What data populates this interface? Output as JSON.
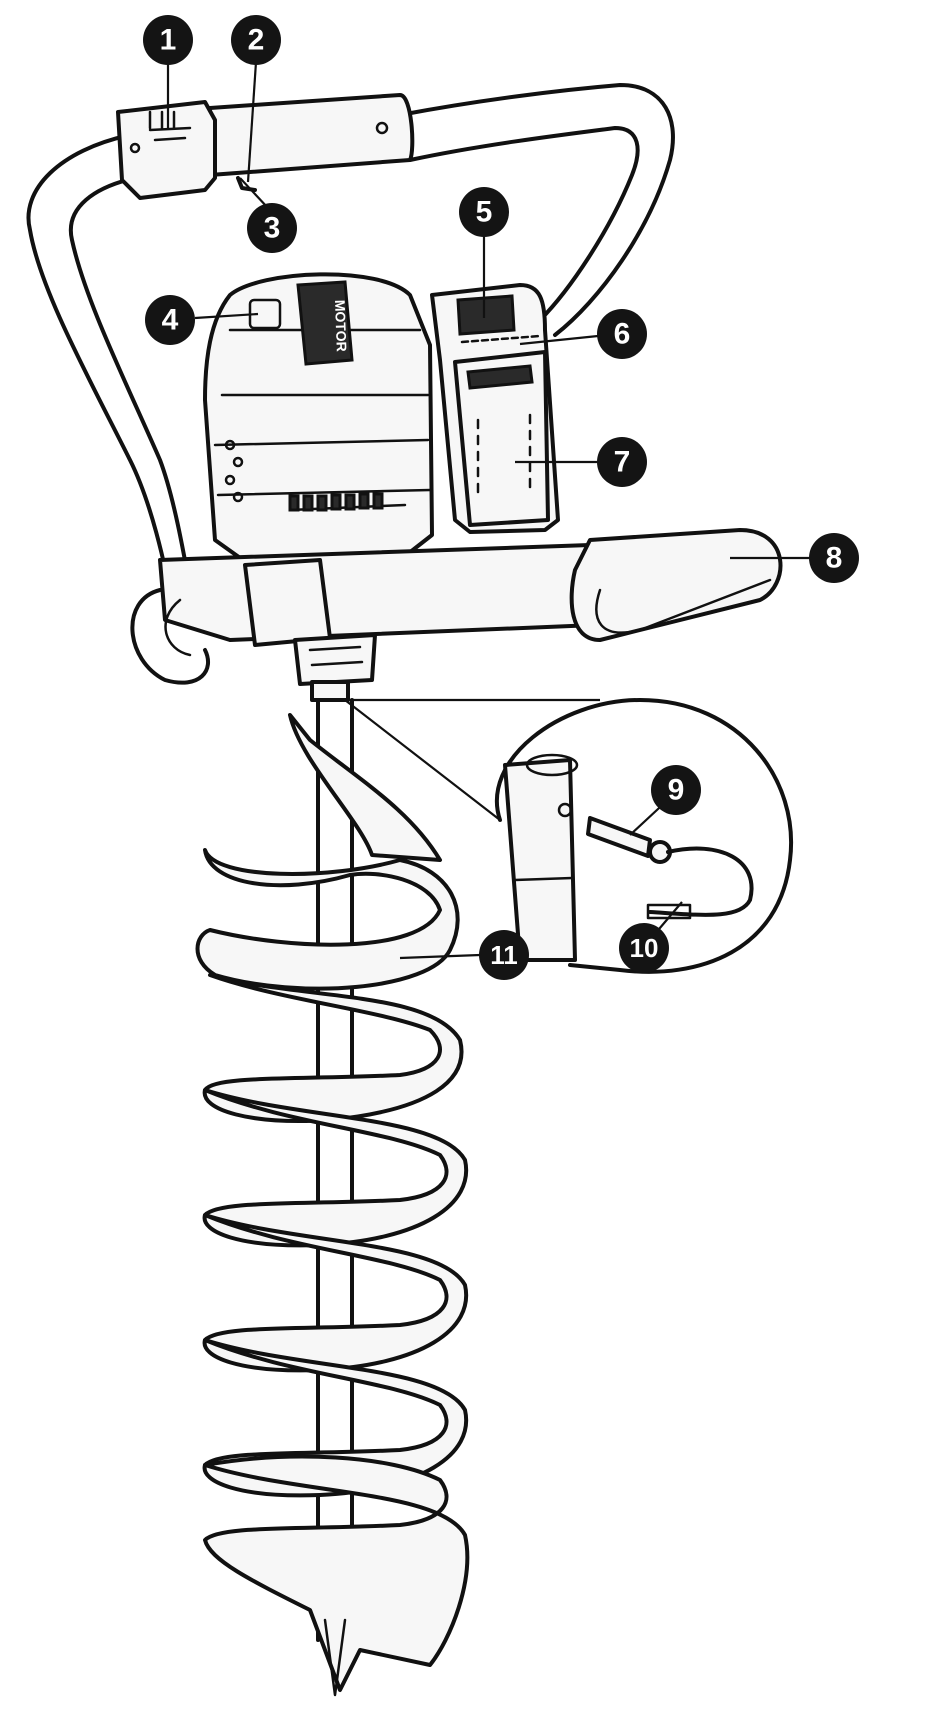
{
  "figure": {
    "callouts": [
      {
        "id": "1",
        "label": "1"
      },
      {
        "id": "2",
        "label": "2"
      },
      {
        "id": "3",
        "label": "3"
      },
      {
        "id": "4",
        "label": "4"
      },
      {
        "id": "5",
        "label": "5"
      },
      {
        "id": "6",
        "label": "6"
      },
      {
        "id": "7",
        "label": "7"
      },
      {
        "id": "8",
        "label": "8"
      },
      {
        "id": "9",
        "label": "9"
      },
      {
        "id": "10",
        "label": "10"
      },
      {
        "id": "11",
        "label": "11"
      }
    ],
    "motor_label": "MOTOR",
    "colors": {
      "line": "#111111",
      "callout": "#141414",
      "background": "#ffffff"
    }
  }
}
